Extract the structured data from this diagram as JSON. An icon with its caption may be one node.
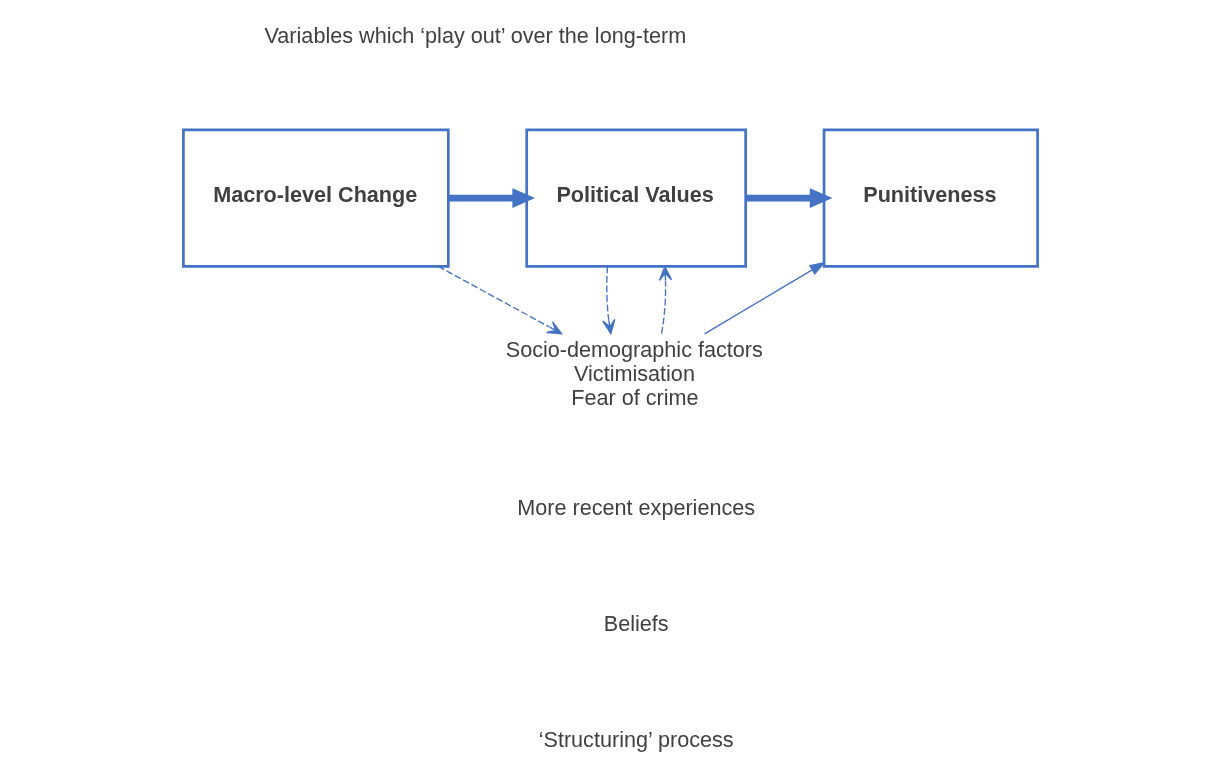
{
  "diagram": {
    "nodes": [
      {
        "text": [
          "Macro-level Change"
        ]
      },
      {
        "text": [
          "Political Values"
        ]
      },
      {
        "text": [
          "Punitiveness"
        ]
      },
      {
        "text": [
          "Socio-demographic factors",
          "Victimisation",
          "Fear of crime"
        ]
      }
    ],
    "edges": [
      {
        "from": 0,
        "to": 1,
        "arrow": "to",
        "style": "thick"
      },
      {
        "from": 1,
        "to": 2,
        "arrow": "to",
        "style": "thick"
      },
      {
        "from": 0,
        "to": 3,
        "arrow": "to",
        "style": "dashed"
      },
      {
        "from": 1,
        "to": 3,
        "arrow": "to",
        "style": "dashed"
      },
      {
        "from": 3,
        "to": 1,
        "arrow": "to",
        "style": "dashed"
      },
      {
        "from": 3,
        "to": 2,
        "arrow": "to"
      }
    ],
    "labels": [
      "Variables which ‘play out’ over the long-term",
      "More recent experiences",
      "Beliefs",
      "‘Structuring’ process"
    ]
  }
}
